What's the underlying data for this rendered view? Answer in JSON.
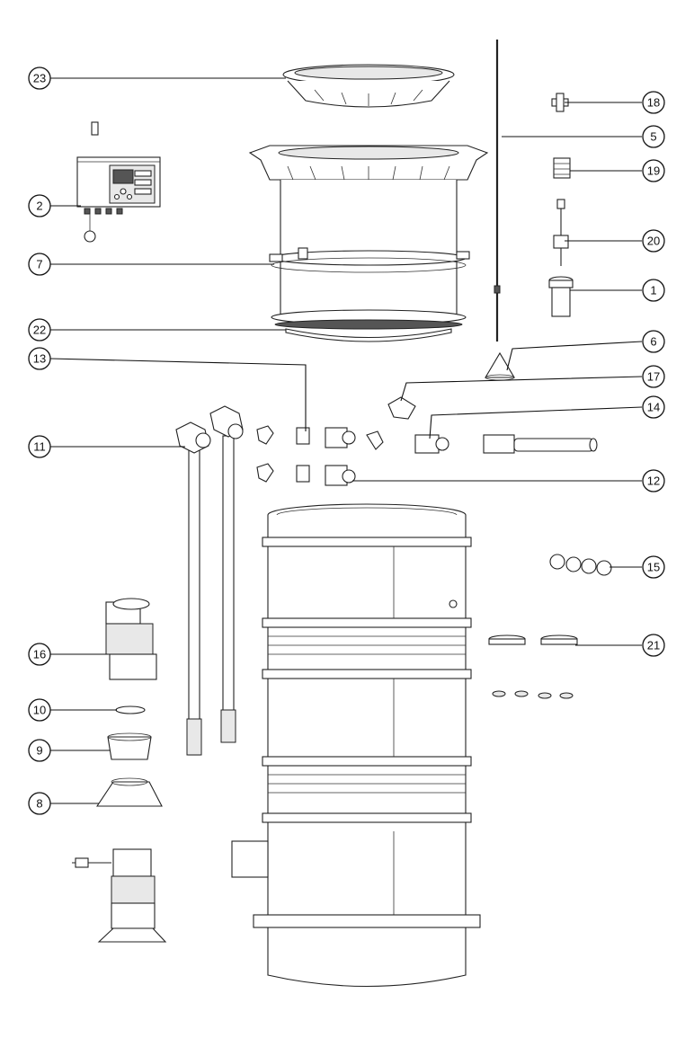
{
  "callouts": [
    {
      "id": "c23",
      "label": "23"
    },
    {
      "id": "c2",
      "label": "2"
    },
    {
      "id": "c7",
      "label": "7"
    },
    {
      "id": "c22",
      "label": "22"
    },
    {
      "id": "c13",
      "label": "13"
    },
    {
      "id": "c11",
      "label": "11"
    },
    {
      "id": "c16",
      "label": "16"
    },
    {
      "id": "c10",
      "label": "10"
    },
    {
      "id": "c9",
      "label": "9"
    },
    {
      "id": "c8",
      "label": "8"
    },
    {
      "id": "c18",
      "label": "18"
    },
    {
      "id": "c5",
      "label": "5"
    },
    {
      "id": "c19",
      "label": "19"
    },
    {
      "id": "c20",
      "label": "20"
    },
    {
      "id": "c1",
      "label": "1"
    },
    {
      "id": "c6",
      "label": "6"
    },
    {
      "id": "c17",
      "label": "17"
    },
    {
      "id": "c14",
      "label": "14"
    },
    {
      "id": "c12",
      "label": "12"
    },
    {
      "id": "c15",
      "label": "15"
    },
    {
      "id": "c21",
      "label": "21"
    }
  ]
}
